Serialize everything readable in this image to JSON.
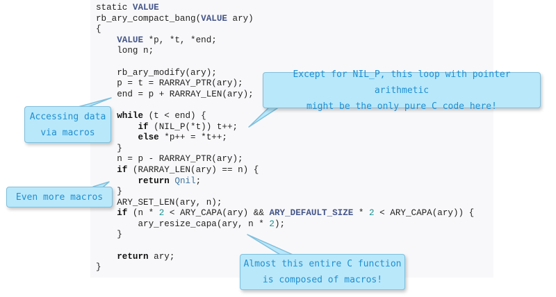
{
  "code": {
    "lines": [
      [
        {
          "t": "static "
        },
        {
          "t": "VALUE",
          "c": "type"
        }
      ],
      [
        {
          "t": "rb_ary_compact_bang("
        },
        {
          "t": "VALUE",
          "c": "type"
        },
        {
          "t": " ary)"
        }
      ],
      [
        {
          "t": "{"
        }
      ],
      [
        {
          "t": "    "
        },
        {
          "t": "VALUE",
          "c": "type"
        },
        {
          "t": " *p, *t, *end;"
        }
      ],
      [
        {
          "t": "    long n;"
        }
      ],
      [
        {
          "t": ""
        }
      ],
      [
        {
          "t": "    rb_ary_modify(ary);"
        }
      ],
      [
        {
          "t": "    p = t = RARRAY_PTR(ary);"
        }
      ],
      [
        {
          "t": "    end = p + RARRAY_LEN(ary);"
        }
      ],
      [
        {
          "t": ""
        }
      ],
      [
        {
          "t": "    "
        },
        {
          "t": "while",
          "c": "kw"
        },
        {
          "t": " (t < end) {"
        }
      ],
      [
        {
          "t": "        "
        },
        {
          "t": "if",
          "c": "kw"
        },
        {
          "t": " (NIL_P(*t)) t++;"
        }
      ],
      [
        {
          "t": "        "
        },
        {
          "t": "else",
          "c": "kw"
        },
        {
          "t": " *p++ = *t++;"
        }
      ],
      [
        {
          "t": "    }"
        }
      ],
      [
        {
          "t": "    n = p - RARRAY_PTR(ary);"
        }
      ],
      [
        {
          "t": "    "
        },
        {
          "t": "if",
          "c": "kw"
        },
        {
          "t": " (RARRAY_LEN(ary) == n) {"
        }
      ],
      [
        {
          "t": "        "
        },
        {
          "t": "return",
          "c": "kw"
        },
        {
          "t": " "
        },
        {
          "t": "Qnil",
          "c": "sym"
        },
        {
          "t": ";"
        }
      ],
      [
        {
          "t": "    }"
        }
      ],
      [
        {
          "t": "    ARY_SET_LEN(ary, n);"
        }
      ],
      [
        {
          "t": "    "
        },
        {
          "t": "if",
          "c": "kw"
        },
        {
          "t": " (n * "
        },
        {
          "t": "2",
          "c": "num"
        },
        {
          "t": " < ARY_CAPA(ary) && "
        },
        {
          "t": "ARY_DEFAULT_SIZE",
          "c": "const"
        },
        {
          "t": " * "
        },
        {
          "t": "2",
          "c": "num"
        },
        {
          "t": " < ARY_CAPA(ary)) {"
        }
      ],
      [
        {
          "t": "        ary_resize_capa(ary, n * "
        },
        {
          "t": "2",
          "c": "num"
        },
        {
          "t": ");"
        }
      ],
      [
        {
          "t": "    }"
        }
      ],
      [
        {
          "t": ""
        }
      ],
      [
        {
          "t": "    "
        },
        {
          "t": "return",
          "c": "kw"
        },
        {
          "t": " ary;"
        }
      ],
      [
        {
          "t": "}"
        }
      ]
    ]
  },
  "callouts": {
    "pointer_loop": {
      "line1": "Except for NIL_P, this loop with pointer arithmetic",
      "line2": "might be the only pure C code here!"
    },
    "accessing_data": {
      "line1": "Accessing data",
      "line2": "via macros"
    },
    "more_macros": {
      "line1": "Even more macros"
    },
    "entire_function": {
      "line1": "Almost this entire C function",
      "line2": "is composed of macros!"
    }
  },
  "colors": {
    "callout_fill": "#b9e8fb",
    "callout_border": "#7fbfdc",
    "callout_text": "#1f8fd0",
    "code_background": "#f8f8fa"
  }
}
